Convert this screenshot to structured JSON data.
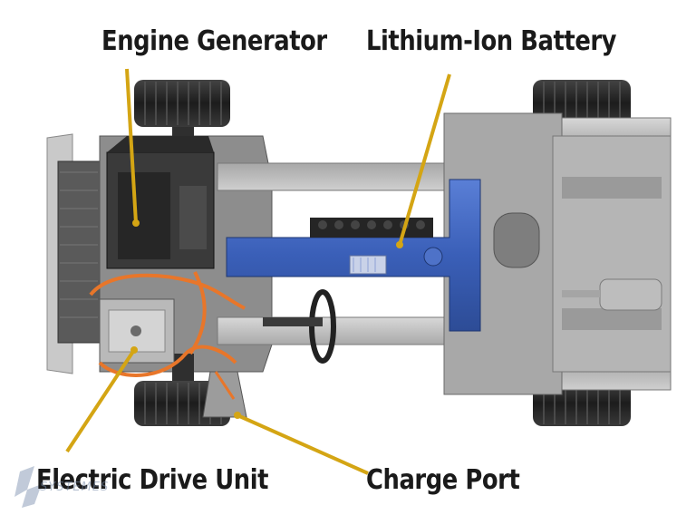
{
  "labels": {
    "engine_generator": "Engine Generator",
    "lithium_ion_battery": "Lithium-Ion Battery",
    "electric_drive_unit": "Electric Drive Unit",
    "charge_port": "Charge Port"
  },
  "logo": {
    "text": "SYSTEMES",
    "name": "dassault-systemes-logo"
  },
  "colors": {
    "leader_line": "#d4a514",
    "battery": "#3a5fb8",
    "cable": "#e8762a",
    "chassis": "#b8b8b8",
    "tire": "#2a2a2a",
    "label_text": "#1a1a1a"
  }
}
